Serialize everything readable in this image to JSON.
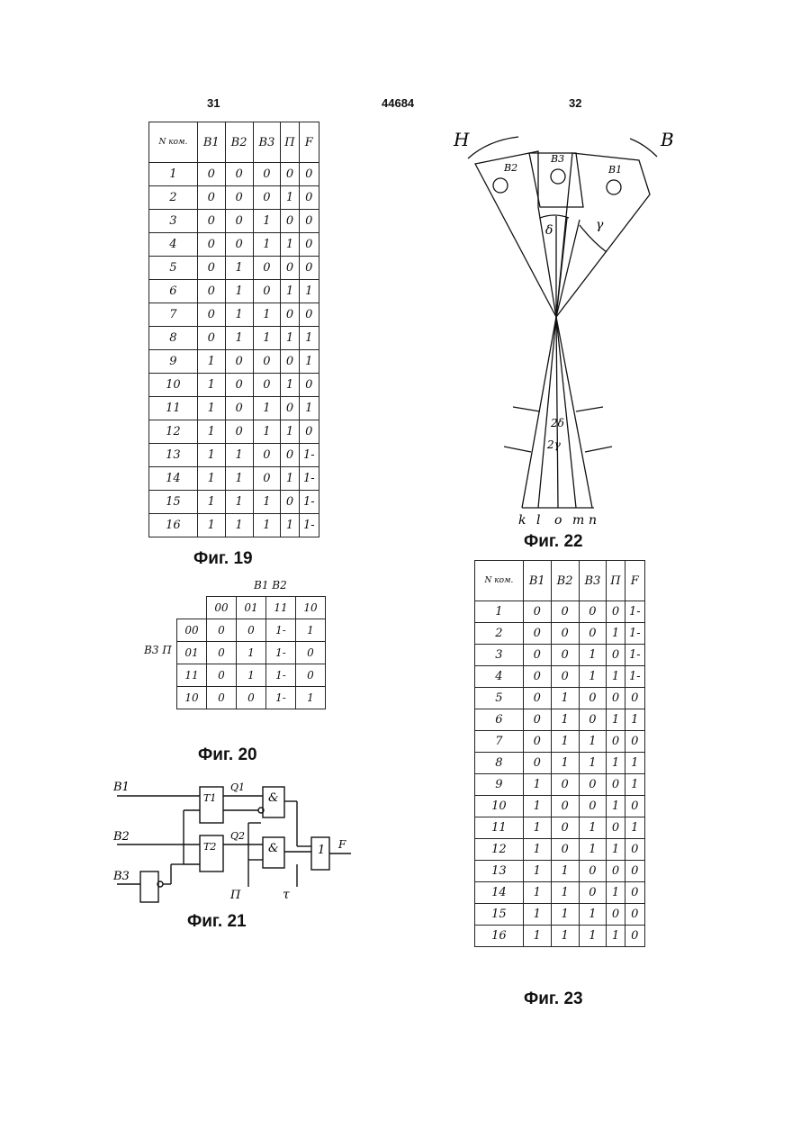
{
  "page_numbers": {
    "left": "31",
    "center": "44684",
    "right": "32"
  },
  "fig19": {
    "caption": "Фиг. 19",
    "headers": [
      "N ком.",
      "В1",
      "В2",
      "В3",
      "П",
      "F"
    ],
    "rows": [
      [
        "1",
        "0",
        "0",
        "0",
        "0",
        "0"
      ],
      [
        "2",
        "0",
        "0",
        "0",
        "1",
        "0"
      ],
      [
        "3",
        "0",
        "0",
        "1",
        "0",
        "0"
      ],
      [
        "4",
        "0",
        "0",
        "1",
        "1",
        "0"
      ],
      [
        "5",
        "0",
        "1",
        "0",
        "0",
        "0"
      ],
      [
        "6",
        "0",
        "1",
        "0",
        "1",
        "1"
      ],
      [
        "7",
        "0",
        "1",
        "1",
        "0",
        "0"
      ],
      [
        "8",
        "0",
        "1",
        "1",
        "1",
        "1"
      ],
      [
        "9",
        "1",
        "0",
        "0",
        "0",
        "1"
      ],
      [
        "10",
        "1",
        "0",
        "0",
        "1",
        "0"
      ],
      [
        "11",
        "1",
        "0",
        "1",
        "0",
        "1"
      ],
      [
        "12",
        "1",
        "0",
        "1",
        "1",
        "0"
      ],
      [
        "13",
        "1",
        "1",
        "0",
        "0",
        "1-"
      ],
      [
        "14",
        "1",
        "1",
        "0",
        "1",
        "1-"
      ],
      [
        "15",
        "1",
        "1",
        "1",
        "0",
        "1-"
      ],
      [
        "16",
        "1",
        "1",
        "1",
        "1",
        "1-"
      ]
    ]
  },
  "fig20": {
    "caption": "Фиг. 20",
    "col_var": "В1 В2",
    "row_var": "В3 П",
    "col_headers": [
      "00",
      "01",
      "11",
      "10"
    ],
    "row_headers": [
      "00",
      "01",
      "11",
      "10"
    ],
    "cells": [
      [
        "0",
        "0",
        "1-",
        "1"
      ],
      [
        "0",
        "1",
        "1-",
        "0"
      ],
      [
        "0",
        "1",
        "1-",
        "0"
      ],
      [
        "0",
        "0",
        "1-",
        "1"
      ]
    ]
  },
  "fig21": {
    "caption": "Фиг. 21",
    "inputs": [
      "В1",
      "В2",
      "В3"
    ],
    "labels": {
      "t1": "T1",
      "t2": "T2",
      "q1": "Q1",
      "q2": "Q2",
      "and": "&",
      "or": "1",
      "out": "F",
      "p": "П",
      "tau": "τ"
    }
  },
  "fig22": {
    "caption": "Фиг. 22",
    "dir_left": "H",
    "dir_right": "В",
    "sensors": [
      "В2",
      "В3",
      "В1"
    ],
    "angles": {
      "delta": "δ",
      "gamma": "γ",
      "two_delta": "2δ",
      "two_gamma": "2γ"
    },
    "bottom_labels": [
      "k",
      "l",
      "o",
      "m",
      "n"
    ]
  },
  "fig23": {
    "caption": "Фиг. 23",
    "headers": [
      "N ком.",
      "В1",
      "В2",
      "В3",
      "П",
      "F"
    ],
    "rows": [
      [
        "1",
        "0",
        "0",
        "0",
        "0",
        "1-"
      ],
      [
        "2",
        "0",
        "0",
        "0",
        "1",
        "1-"
      ],
      [
        "3",
        "0",
        "0",
        "1",
        "0",
        "1-"
      ],
      [
        "4",
        "0",
        "0",
        "1",
        "1",
        "1-"
      ],
      [
        "5",
        "0",
        "1",
        "0",
        "0",
        "0"
      ],
      [
        "6",
        "0",
        "1",
        "0",
        "1",
        "1"
      ],
      [
        "7",
        "0",
        "1",
        "1",
        "0",
        "0"
      ],
      [
        "8",
        "0",
        "1",
        "1",
        "1",
        "1"
      ],
      [
        "9",
        "1",
        "0",
        "0",
        "0",
        "1"
      ],
      [
        "10",
        "1",
        "0",
        "0",
        "1",
        "0"
      ],
      [
        "11",
        "1",
        "0",
        "1",
        "0",
        "1"
      ],
      [
        "12",
        "1",
        "0",
        "1",
        "1",
        "0"
      ],
      [
        "13",
        "1",
        "1",
        "0",
        "0",
        "0"
      ],
      [
        "14",
        "1",
        "1",
        "0",
        "1",
        "0"
      ],
      [
        "15",
        "1",
        "1",
        "1",
        "0",
        "0"
      ],
      [
        "16",
        "1",
        "1",
        "1",
        "1",
        "0"
      ]
    ]
  }
}
